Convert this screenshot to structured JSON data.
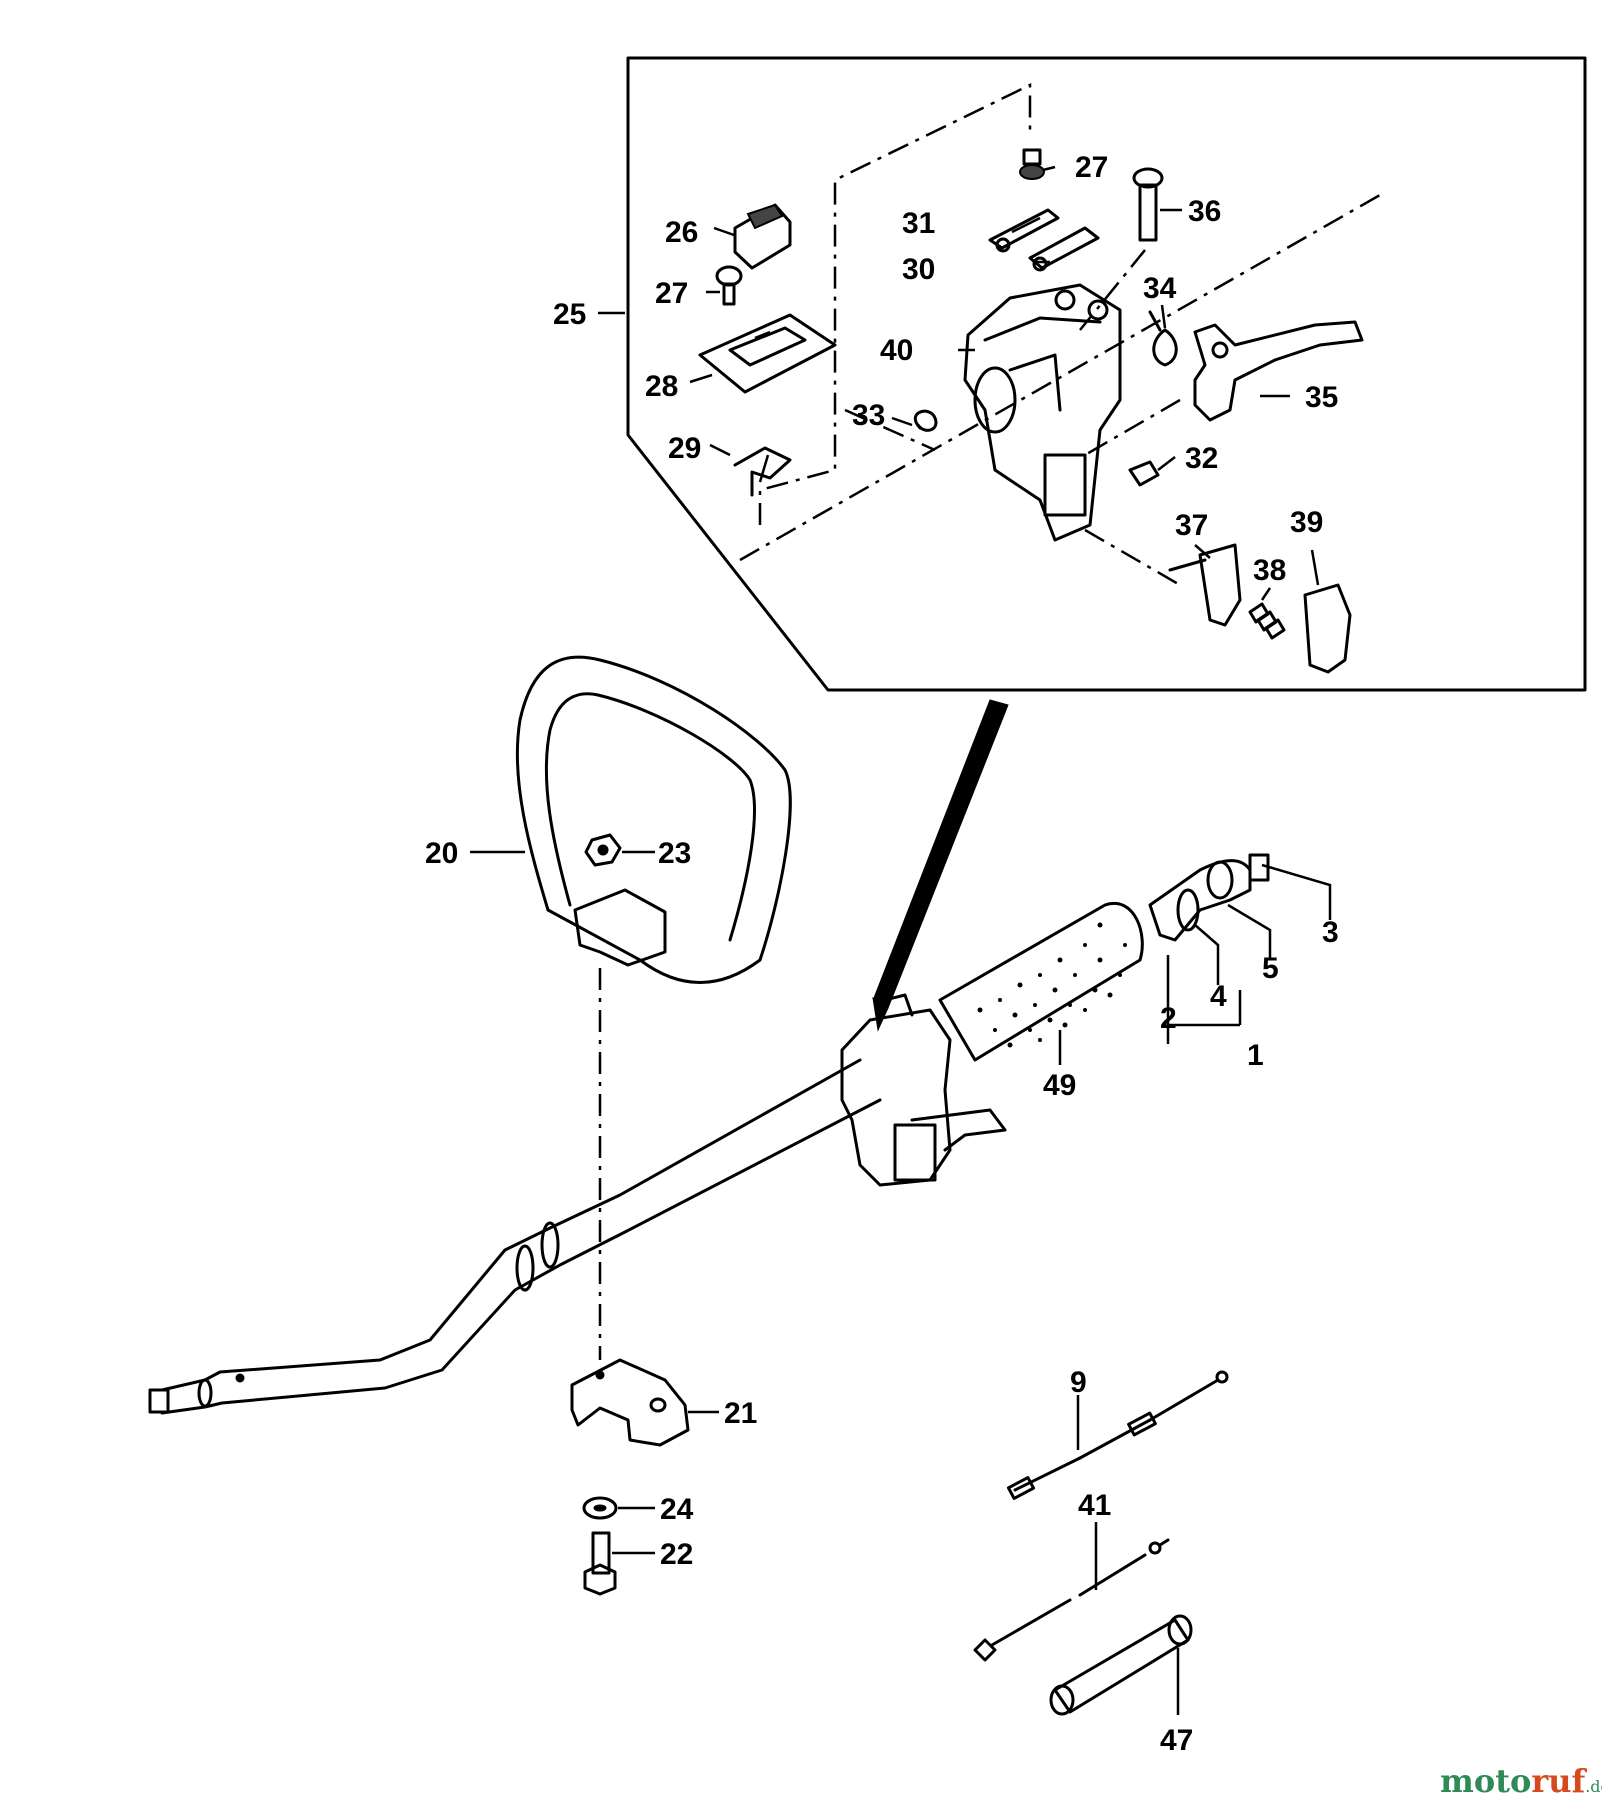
{
  "callouts": {
    "c1": "1",
    "c2": "2",
    "c3": "3",
    "c4": "4",
    "c5": "5",
    "c9": "9",
    "c20": "20",
    "c21": "21",
    "c22": "22",
    "c23": "23",
    "c24": "24",
    "c25": "25",
    "c26": "26",
    "c27a": "27",
    "c27b": "27",
    "c28": "28",
    "c29": "29",
    "c30": "30",
    "c31": "31",
    "c32": "32",
    "c33": "33",
    "c34": "34",
    "c35": "35",
    "c36": "36",
    "c37": "37",
    "c38": "38",
    "c39": "39",
    "c40": "40",
    "c41": "41",
    "c47": "47",
    "c49": "49"
  },
  "watermark": {
    "part1": "moto",
    "part2": "ruf",
    "part3": ".de"
  },
  "colors": {
    "line": "#000000",
    "watermark_green": "#2e8b57",
    "watermark_orange": "#d44a1e"
  }
}
